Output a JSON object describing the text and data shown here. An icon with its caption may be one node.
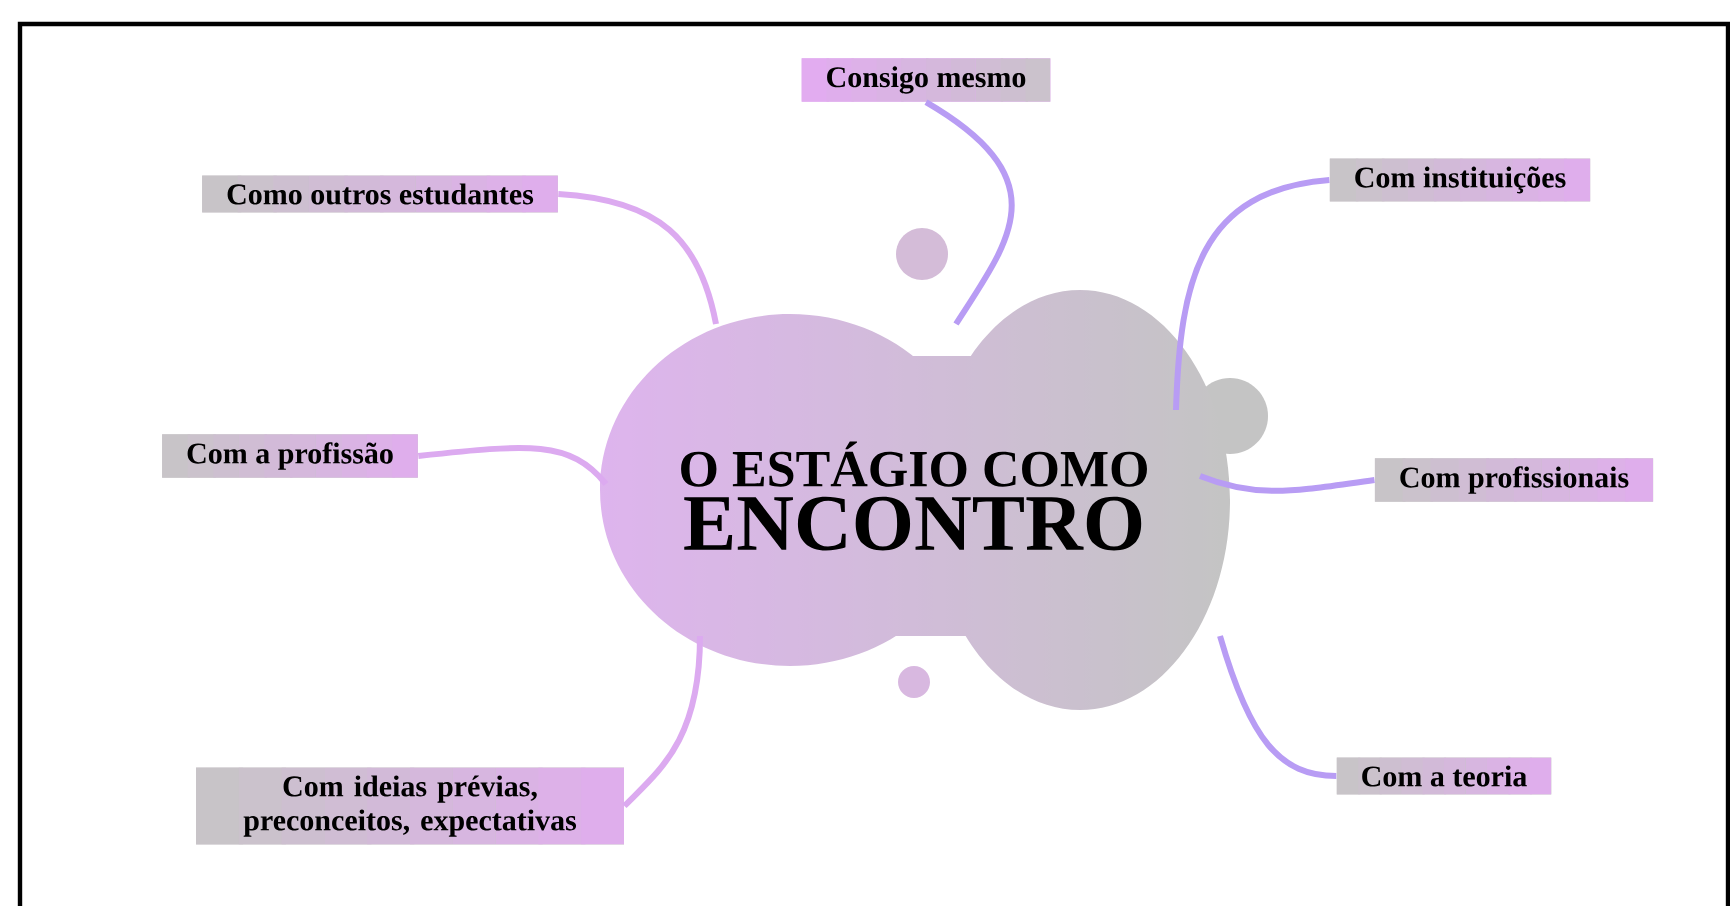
{
  "diagram": {
    "nodes": [
      {
        "text": [
          "O ESTÁGIO COMO",
          "ENCONTRO"
        ]
      },
      {
        "text": [
          "Consigo mesmo"
        ]
      },
      {
        "text": [
          "Como outros estudantes"
        ]
      },
      {
        "text": [
          "Com instituições"
        ]
      },
      {
        "text": [
          "Com a profissão"
        ]
      },
      {
        "text": [
          "Com profissionais"
        ]
      },
      {
        "text": [
          "Com ideias prévias, preconceitos, expectativas"
        ]
      },
      {
        "text": [
          "Com a teoria"
        ]
      }
    ],
    "edges": [
      {
        "from": 0,
        "to": 1,
        "arrow": "none"
      },
      {
        "from": 0,
        "to": 2,
        "arrow": "none",
        "color": "#dcaaf0"
      },
      {
        "from": 0,
        "to": 3,
        "arrow": "none"
      },
      {
        "from": 0,
        "to": 4,
        "arrow": "none",
        "color": "#dcaaf0"
      },
      {
        "from": 0,
        "to": 5,
        "arrow": "none"
      },
      {
        "from": 0,
        "to": 6,
        "arrow": "none",
        "color": "#dcaaf0"
      },
      {
        "from": 0,
        "to": 7,
        "arrow": "none"
      }
    ]
  }
}
